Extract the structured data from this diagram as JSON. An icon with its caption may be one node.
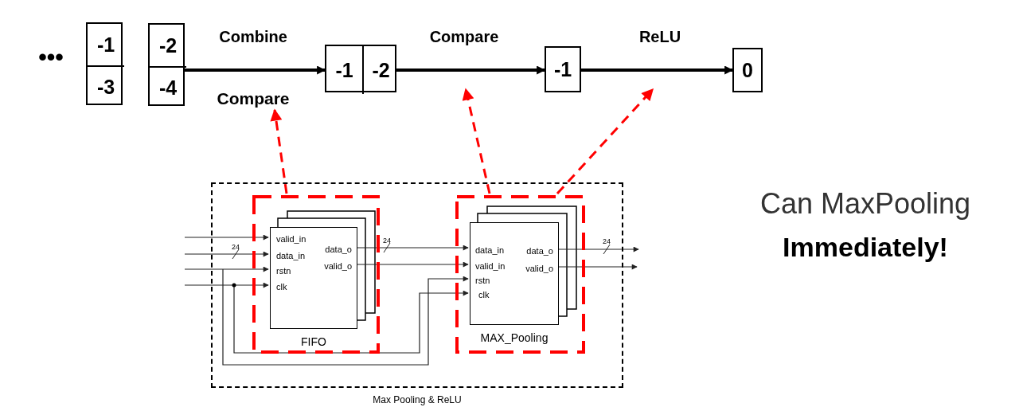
{
  "diagram": {
    "nodes": [
      {
        "text": [],
        "shape": "box"
      },
      {
        "text": [
          "-1"
        ],
        "in": 0
      },
      {
        "text": [
          "-3"
        ],
        "in": 0
      },
      {
        "text": [],
        "shape": "box"
      },
      {
        "text": [
          "-2"
        ],
        "in": 3
      },
      {
        "text": [
          "-4"
        ],
        "in": 3
      },
      {
        "text": [],
        "shape": "box"
      },
      {
        "text": [
          "-1"
        ],
        "in": 6
      },
      {
        "text": [
          "-2"
        ],
        "in": 6
      },
      {
        "text": [
          "-1"
        ]
      },
      {
        "text": [
          "0"
        ]
      },
      {
        "text": [
          "Compare"
        ]
      },
      {
        "text": [
          "Max Pooling & ReLU"
        ]
      },
      {
        "text": [],
        "shape": "box",
        "in": 12
      },
      {
        "text": [
          "valid_in",
          "data_in",
          "rstn",
          "clk",
          "data_o",
          "valid_o"
        ],
        "beside": [
          "FIFO"
        ],
        "in": 13
      },
      {
        "text": [],
        "shape": "box",
        "in": 12
      },
      {
        "text": [
          "data_in",
          "valid_in",
          "rstn",
          "clk",
          "data_o",
          "valid_o"
        ],
        "beside": [
          "MAX_Pooling"
        ],
        "in": 15
      }
    ],
    "edges": [
      {
        "from": 3,
        "to": 6,
        "arrow": "to",
        "label": "Combine",
        "style": "thick"
      },
      {
        "from": 6,
        "to": 9,
        "arrow": "to",
        "label": "Compare",
        "style": "thick"
      },
      {
        "from": 9,
        "to": 10,
        "arrow": "to",
        "label": "ReLU",
        "style": "thick"
      },
      {
        "from": 13,
        "to": 11,
        "arrow": "to",
        "style": "dashed",
        "color": "#ff0000"
      },
      {
        "from": 15,
        "to": null,
        "arrow": "to",
        "style": "dashed",
        "color": "#ff0000"
      },
      {
        "from": 15,
        "to": null,
        "arrow": "to",
        "style": "dashed",
        "color": "#ff0000"
      },
      {
        "from": null,
        "to": 14,
        "arrow": "to"
      },
      {
        "from": null,
        "to": 14,
        "arrow": "to",
        "label": "24"
      },
      {
        "from": null,
        "to": 14,
        "arrow": "to"
      },
      {
        "from": null,
        "to": 14,
        "arrow": "to"
      },
      {
        "from": null,
        "to": 16,
        "arrow": "to"
      },
      {
        "from": null,
        "to": 16,
        "arrow": "to"
      },
      {
        "from": 14,
        "to": 16,
        "arrow": "to",
        "label": "24"
      },
      {
        "from": 14,
        "to": 16,
        "arrow": "to"
      },
      {
        "from": 16,
        "to": null,
        "arrow": "to",
        "label": "24"
      },
      {
        "from": 16,
        "to": null,
        "arrow": "to"
      }
    ],
    "labels": [
      "•••",
      "Can MaxPooling",
      "Immediately!"
    ]
  }
}
